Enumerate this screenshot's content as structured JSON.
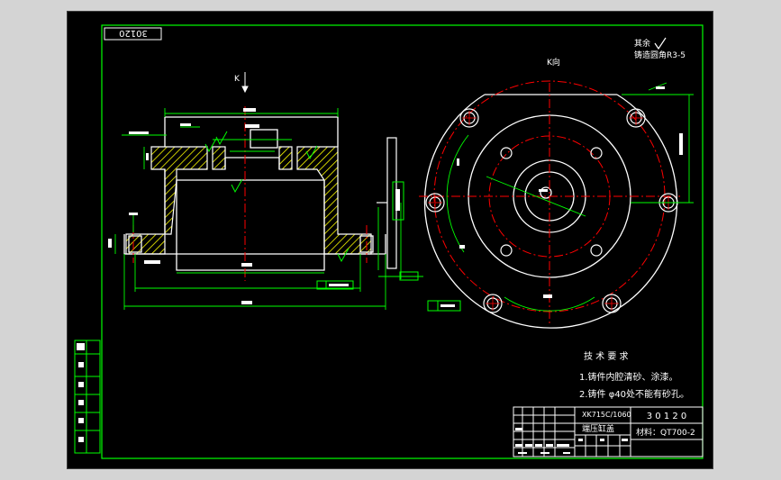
{
  "drawing": {
    "number_box": "30120",
    "view_label_k": "K",
    "view_label_k_dir": "K向",
    "notes_top_right": {
      "line1": "其余",
      "line2": "铸造圆角R3-5"
    },
    "tech_requirements": {
      "title": "技 术 要 求",
      "item1": "1.铸件内腔清砂、涂漆。",
      "item2": "2.铸件 φ40处不能有砂孔。"
    },
    "title_block": {
      "model": "XK715C/1060",
      "part_name": "端压缸盖",
      "drawing_no": "3 0 1 2 0",
      "material": "材料：QT700-2"
    }
  },
  "colors": {
    "background": "#000000",
    "outline": "#ffffff",
    "dimension": "#00ff00",
    "centerline": "#ff0000",
    "section": "#ffff00",
    "frame": "#00ff00",
    "workspace": "#d4d4d4"
  }
}
